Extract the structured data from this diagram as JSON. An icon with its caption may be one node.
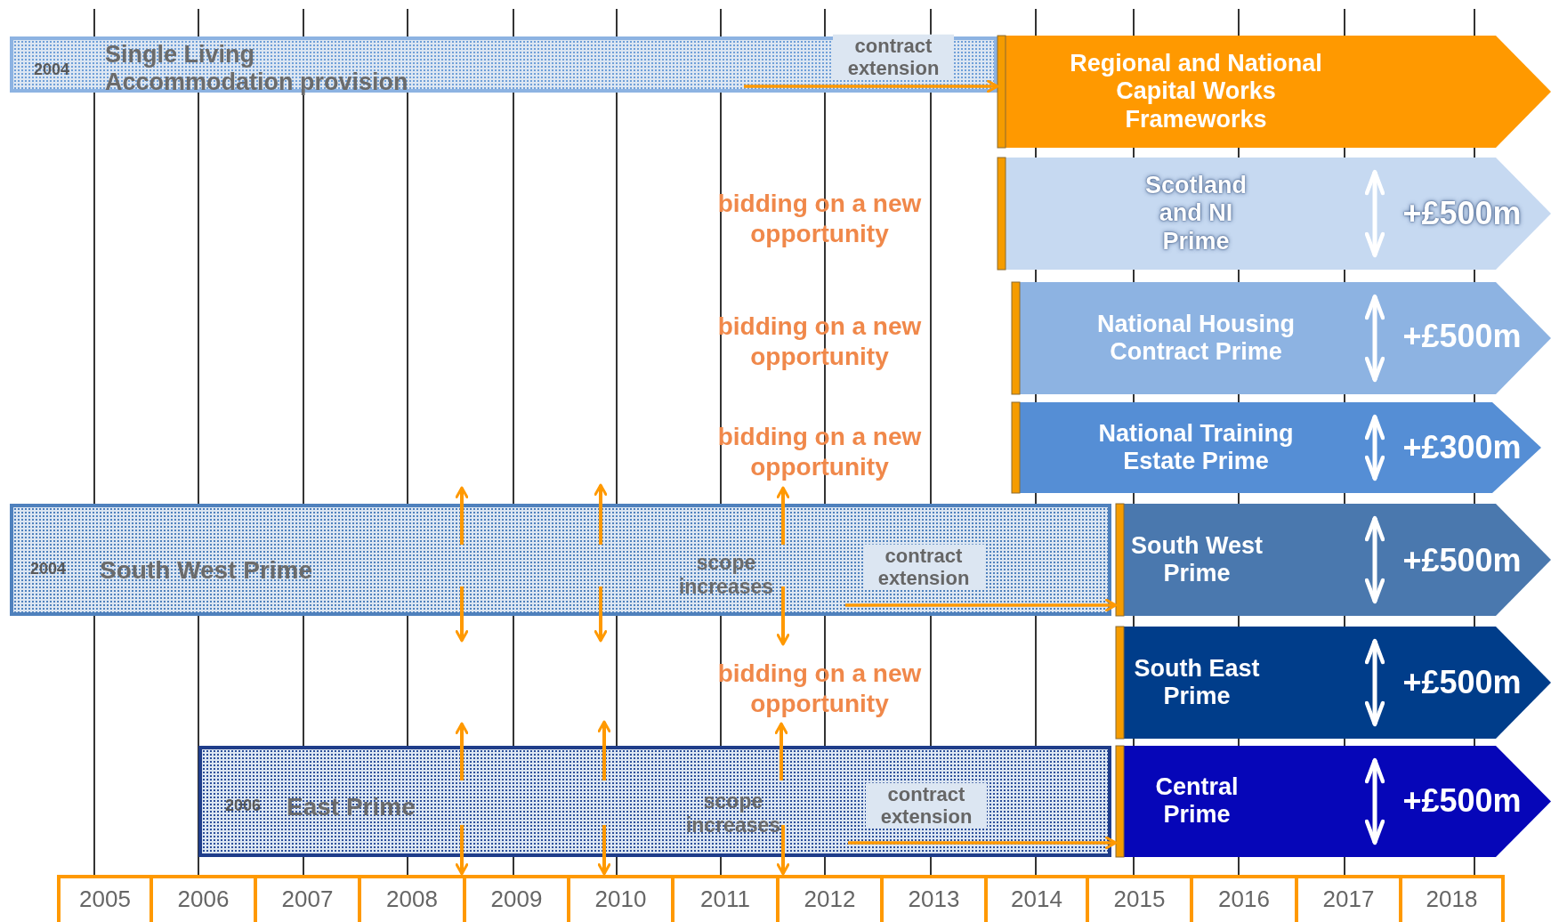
{
  "diagram": {
    "nodes": [
      {
        "text": [
          "2004",
          "Single Living Accommodation provision"
        ]
      },
      {
        "text": [
          "Regional and National Capital Works Frameworks"
        ]
      },
      {
        "text": [
          "Scotland and NI Prime",
          "+£500m"
        ]
      },
      {
        "text": [
          "National Housing Contract Prime",
          "+£500m"
        ]
      },
      {
        "text": [
          "National Training Estate Prime",
          "+£300m"
        ]
      },
      {
        "text": [
          "2004",
          "South West Prime",
          "scope increases"
        ]
      },
      {
        "text": [
          "South West Prime",
          "+£500m"
        ]
      },
      {
        "text": [
          "South East Prime",
          "+£500m"
        ]
      },
      {
        "text": [
          "2006",
          "East Prime",
          "scope increases"
        ]
      },
      {
        "text": [
          "Central Prime",
          "+£500m"
        ]
      }
    ],
    "edges": [
      {
        "from": 0,
        "to": 1,
        "arrow": "to",
        "label": "contract extension"
      },
      {
        "from": 5,
        "to": 6,
        "arrow": "to",
        "label": "contract extension"
      },
      {
        "from": 8,
        "to": 9,
        "arrow": "to",
        "label": "contract extension"
      }
    ],
    "labels": [
      "bidding on a new opportunity",
      "bidding on a new opportunity",
      "bidding on a new opportunity",
      "bidding on a new opportunity",
      "2005",
      "2006",
      "2007",
      "2008",
      "2009",
      "2010",
      "2011",
      "2012",
      "2013",
      "2014",
      "2015",
      "2016",
      "2017",
      "2018"
    ]
  }
}
